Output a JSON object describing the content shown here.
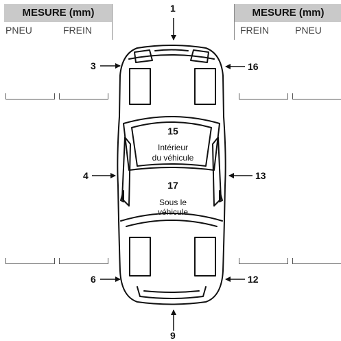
{
  "left_table": {
    "header": "MESURE (mm)",
    "col1": "PNEU",
    "col2": "FREIN"
  },
  "right_table": {
    "header": "MESURE (mm)",
    "col1": "FREIN",
    "col2": "PNEU"
  },
  "positions": {
    "front": "1",
    "front_left": "3",
    "front_right": "16",
    "left_middle": "4",
    "right_middle": "13",
    "rear_left": "6",
    "rear_right": "12",
    "rear": "9"
  },
  "zones": {
    "interior_number": "15",
    "interior_label_line1": "Intérieur",
    "interior_label_line2": "du véhicule",
    "under_number": "17",
    "under_label_line1": "Sous le",
    "under_label_line2": "véhicule"
  }
}
